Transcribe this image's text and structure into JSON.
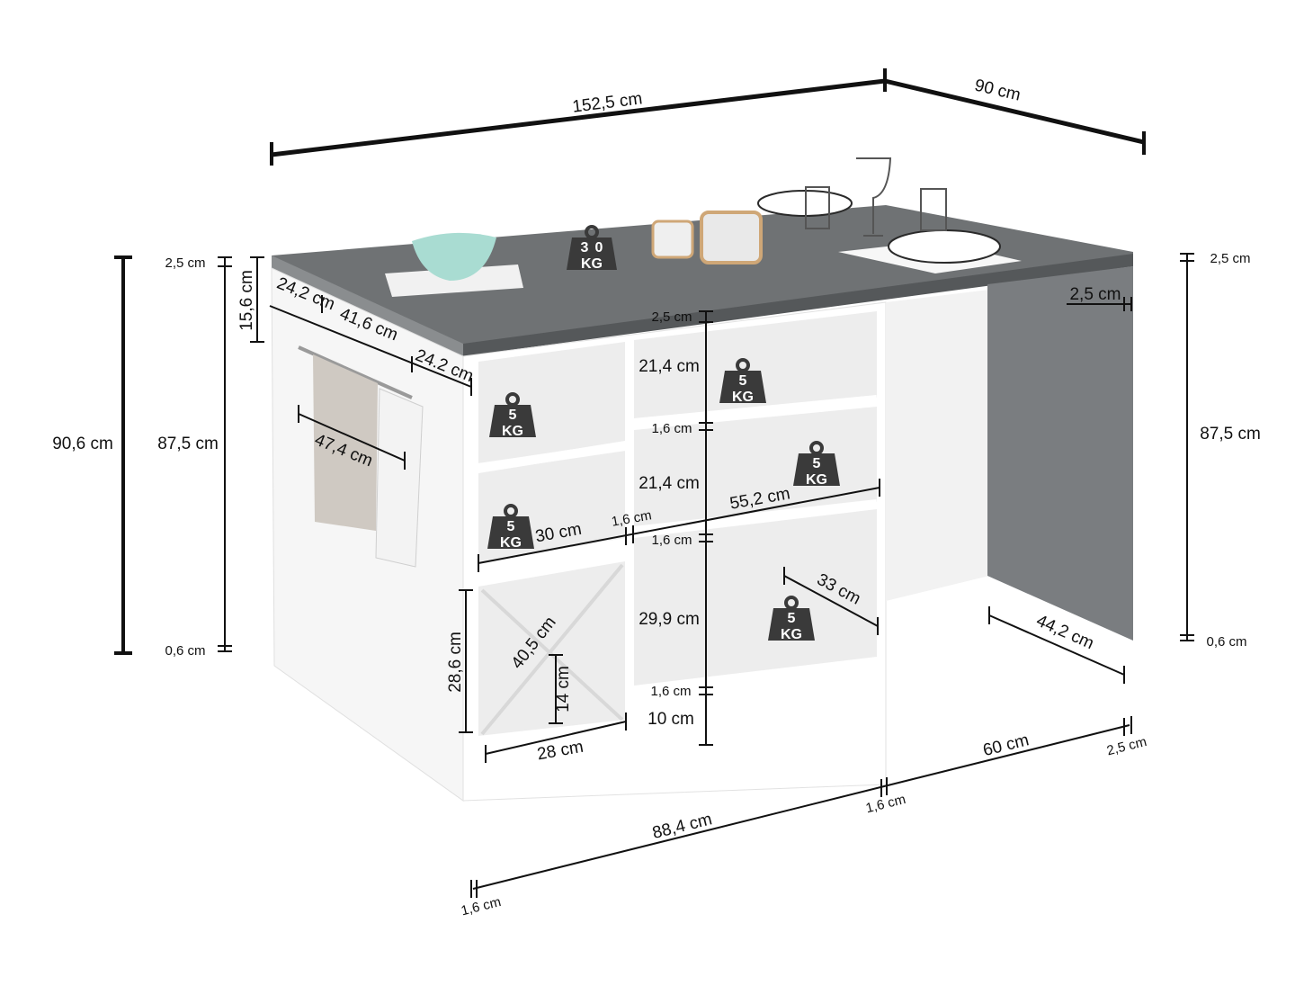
{
  "dimensions": {
    "top_width": "152,5 cm",
    "top_depth": "90 cm",
    "left_total_height": "90,6 cm",
    "left_top_thickness": "2,5 cm",
    "left_drawer_height": "15,6 cm",
    "left_body_height": "87,5 cm",
    "left_plinth": "0,6 cm",
    "side_seg_1": "24,2 cm",
    "side_seg_2": "41,6 cm",
    "side_seg_3": "24.2 cm",
    "towel_rail": "47,4 cm",
    "shelf_top_gap": "2,5 cm",
    "shelf_h1": "21,4 cm",
    "shelf_board_1": "1,6 cm",
    "shelf_h2": "21,4 cm",
    "inner_width": "55,2 cm",
    "left_width": "30 cm",
    "mid_board": "1,6 cm",
    "shelf_board_2": "1,6 cm",
    "shelf_h3": "29,9 cm",
    "shelf_depth": "33 cm",
    "shelf_board_3": "1,6 cm",
    "plinth_h": "10 cm",
    "wine_height": "28,6 cm",
    "wine_diagonal": "40,5 cm",
    "wine_small": "14 cm",
    "wine_width": "28 cm",
    "base_width": "88,4 cm",
    "base_left_board": "1,6 cm",
    "base_mid_board": "1,6 cm",
    "open_width": "60 cm",
    "base_right_board": "2,5 cm",
    "right_top": "2,5 cm",
    "right_panel": "2,5 cm",
    "right_height": "87,5 cm",
    "right_plinth": "0,6 cm",
    "right_depth": "44,2 cm"
  },
  "weights": {
    "top": [
      "3",
      "0",
      "KG"
    ],
    "shelf": [
      "5",
      "KG"
    ]
  },
  "colors": {
    "countertop": "#6f7274",
    "side_panel": "#7a7d80",
    "cabinet": "#ffffff",
    "cabinet_shade": "#ececec",
    "line": "#111111",
    "weight_icon": "#3a3a3a"
  }
}
